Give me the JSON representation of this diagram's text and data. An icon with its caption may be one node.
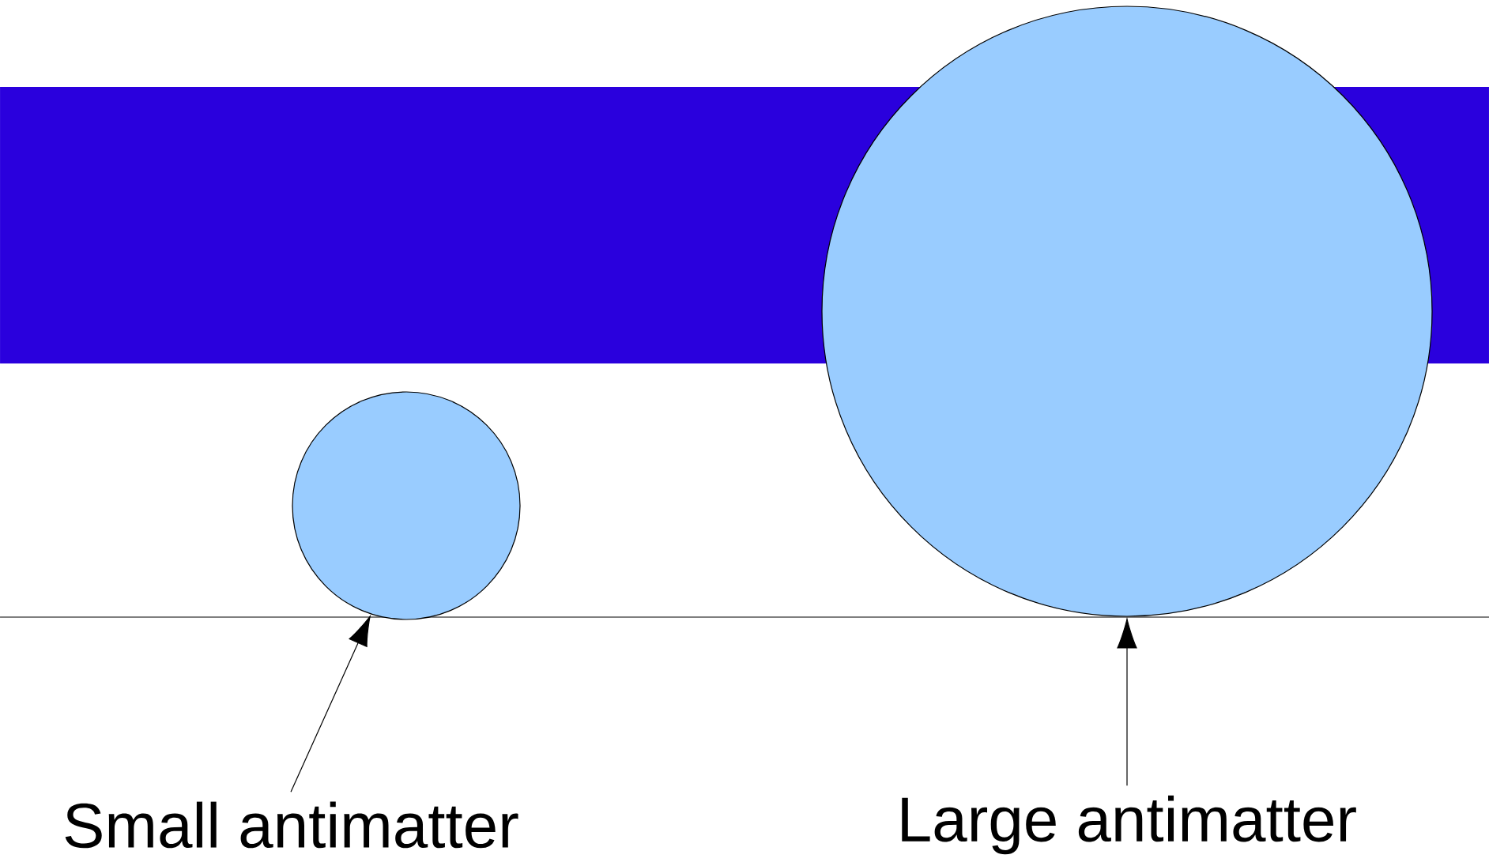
{
  "diagram": {
    "nodes": [
      {
        "text": [],
        "shape": "circle"
      },
      {
        "text": [],
        "shape": "circle"
      },
      {
        "text": [
          "Small antimatter"
        ]
      },
      {
        "text": [
          "Large antimatter"
        ]
      }
    ],
    "edges": [
      {
        "from": 2,
        "to": 0,
        "arrow": "to"
      },
      {
        "from": 3,
        "to": 1,
        "arrow": "to"
      }
    ]
  }
}
